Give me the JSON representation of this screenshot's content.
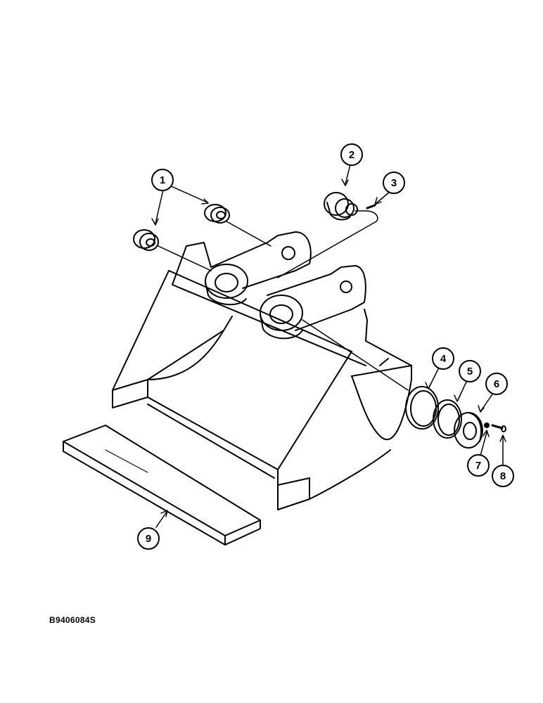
{
  "figure_code": "B9406084S",
  "callouts": [
    {
      "label": "1"
    },
    {
      "label": "2"
    },
    {
      "label": "3"
    },
    {
      "label": "4"
    },
    {
      "label": "5"
    },
    {
      "label": "6"
    },
    {
      "label": "7"
    },
    {
      "label": "8"
    },
    {
      "label": "9"
    }
  ],
  "colors": {
    "ink": "#000000",
    "paper": "#ffffff",
    "shade": "#1a1a1a"
  }
}
